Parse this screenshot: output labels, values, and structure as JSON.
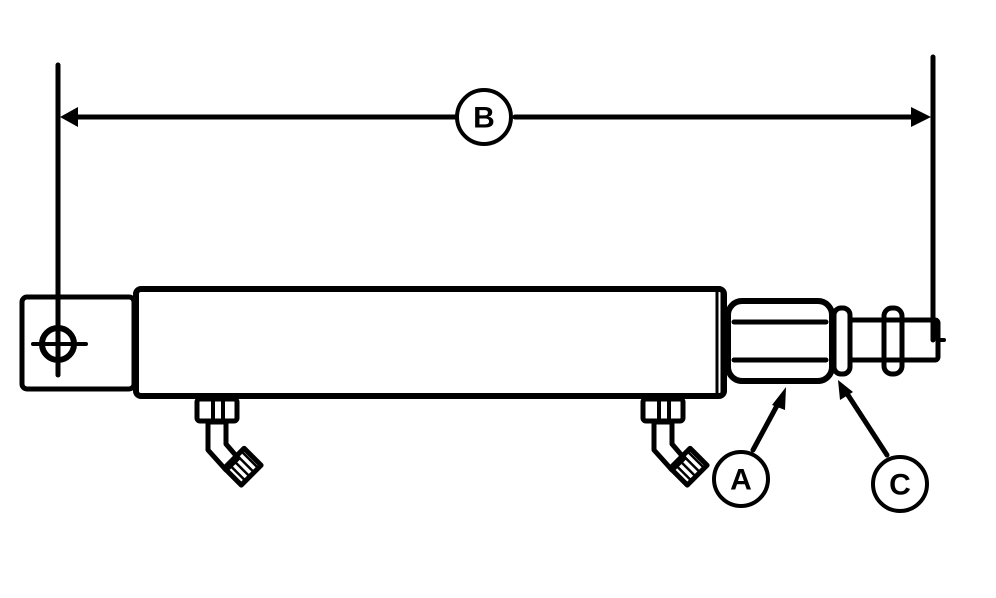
{
  "diagram": {
    "subject": "hydraulic cylinder side view",
    "colors": {
      "line": "#000000",
      "background": "#ffffff"
    },
    "callouts": {
      "A": {
        "label": "A",
        "points_to": "rod end gland nut"
      },
      "B": {
        "label": "B",
        "points_to": "overall length dimension (pin center to rod end)"
      },
      "C": {
        "label": "C",
        "points_to": "jam nut / rod end seal"
      }
    },
    "components": [
      "clevis-mount-with-pin-hole",
      "cylinder-barrel",
      "rod-end-gland",
      "piston-rod",
      "rod-end-jam-nut",
      "hydraulic-fitting-left",
      "hydraulic-fitting-right"
    ]
  }
}
